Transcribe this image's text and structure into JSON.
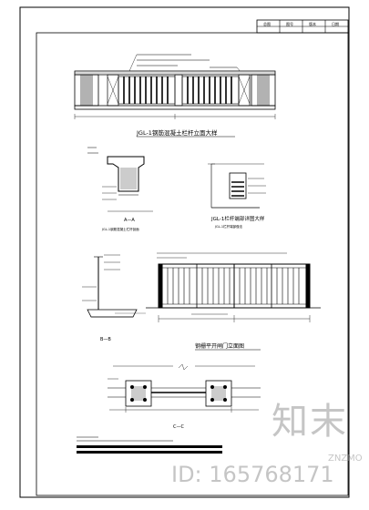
{
  "title_block": {
    "headers": [
      "总图",
      "图号",
      "版本",
      "日期"
    ]
  },
  "drawing_titles": {
    "top_elevation": "JGL-1钢筋混凝土栏杆立面大样",
    "section_a": "A—A",
    "section_a_note": "JGL-1钢筋混凝土栏杆剖面",
    "detail_b": "JGL-1栏杆端部详图大样",
    "detail_b_note": "JGL-1栏杆端部做法",
    "section_b": "B—B",
    "gate_elevation": "钢栅平开闸门立面图",
    "section_c": "C—C"
  },
  "watermark": {
    "logo_text": "知末",
    "logo_sub": "ZNZMO",
    "id_text": "ID: 165768171"
  }
}
